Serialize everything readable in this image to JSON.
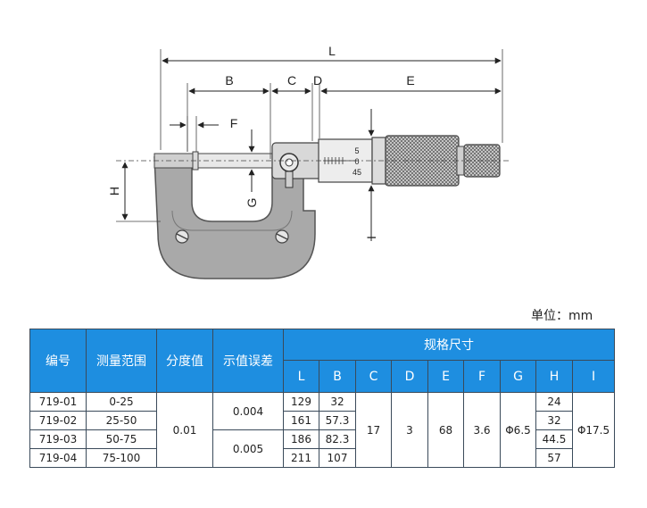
{
  "drawing": {
    "dimension_labels": {
      "L": "L",
      "B": "B",
      "C": "C",
      "D": "D",
      "E": "E",
      "F": "F",
      "G": "G",
      "H": "H",
      "I": "I"
    },
    "thimble_scale": [
      "5",
      "0",
      "45"
    ]
  },
  "unit_label": "单位：mm",
  "table": {
    "headers": {
      "code": "编号",
      "range": "测量范围",
      "resolution": "分度值",
      "error": "示值误差",
      "spec": "规格尺寸"
    },
    "dim_headers": [
      "L",
      "B",
      "C",
      "D",
      "E",
      "F",
      "G",
      "H",
      "I"
    ],
    "rows": [
      {
        "code": "719-01",
        "range": "0-25",
        "L": "129",
        "B": "32",
        "H": "24"
      },
      {
        "code": "719-02",
        "range": "25-50",
        "L": "161",
        "B": "57.3",
        "H": "32"
      },
      {
        "code": "719-03",
        "range": "50-75",
        "L": "186",
        "B": "82.3",
        "H": "44.5"
      },
      {
        "code": "719-04",
        "range": "75-100",
        "L": "211",
        "B": "107",
        "H": "57"
      }
    ],
    "resolution_value": "0.01",
    "error_values": [
      "0.004",
      "0.005"
    ],
    "C": "17",
    "D": "3",
    "E": "68",
    "F": "3.6",
    "G": "Φ6.5",
    "I": "Φ17.5"
  },
  "colors": {
    "header_blue": "#1e8ee0",
    "frame_gray": "#a9a9a9"
  }
}
